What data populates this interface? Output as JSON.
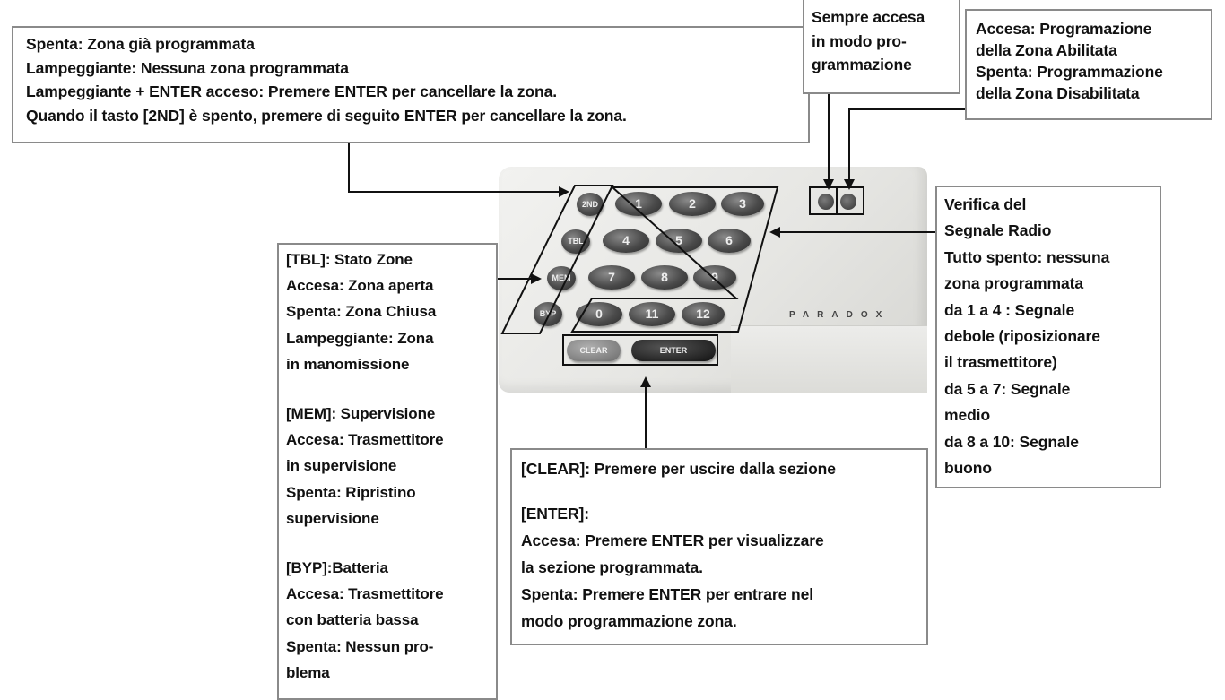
{
  "callouts": {
    "zone_status": {
      "lines": [
        "Spenta: Zona già programmata",
        "Lampeggiante: Nessuna zona programmata",
        "Lampeggiante + ENTER acceso: Premere ENTER per cancellare la zona.",
        "Quando il tasto [2ND] è spento, premere di seguito ENTER per cancellare la zona."
      ]
    },
    "programming_led": {
      "lines": [
        "Sempre accesa",
        "in modo pro-",
        "grammazione"
      ]
    },
    "zone_programming": {
      "lines": [
        "Accesa: Programazione",
        "della Zona Abilitata",
        "Spenta: Programmazione",
        "della Zona Disabilitata"
      ]
    },
    "signal": {
      "lines": [
        "Verifica del",
        "Segnale Radio",
        "Tutto spento: nessuna",
        "zona programmata",
        "da 1 a 4 : Segnale",
        "debole (riposizionare",
        "il trasmettitore)",
        "da 5 a 7: Segnale",
        "medio",
        "da 8 a 10: Segnale",
        "buono"
      ]
    },
    "left_keys": {
      "tbl": [
        "[TBL]: Stato Zone",
        "Accesa: Zona aperta",
        "Spenta: Zona Chiusa",
        "Lampeggiante: Zona",
        "in manomissione"
      ],
      "mem": [
        "[MEM]: Supervisione",
        "Accesa: Trasmettitore",
        "in supervisione",
        "Spenta: Ripristino",
        "supervisione"
      ],
      "byp": [
        "[BYP]:Batteria",
        "Accesa: Trasmettitore",
        "con batteria bassa",
        "Spenta: Nessun pro-",
        "blema"
      ]
    },
    "clear_enter": {
      "clear": "[CLEAR]: Premere per uscire dalla sezione",
      "enter_lines": [
        "[ENTER]:",
        "Accesa: Premere ENTER per  visualizzare",
        "la sezione programmata.",
        "Spenta: Premere ENTER per entrare nel",
        "modo programmazione zona."
      ]
    }
  },
  "keypad": {
    "brand": "PARADOX",
    "side_keys": [
      "2ND",
      "TBL",
      "MEM",
      "BYP"
    ],
    "number_keys": [
      "1",
      "2",
      "3",
      "4",
      "5",
      "6",
      "7",
      "8",
      "9",
      "0",
      "11",
      "12"
    ],
    "bottom_keys": [
      "CLEAR",
      "ENTER"
    ]
  }
}
